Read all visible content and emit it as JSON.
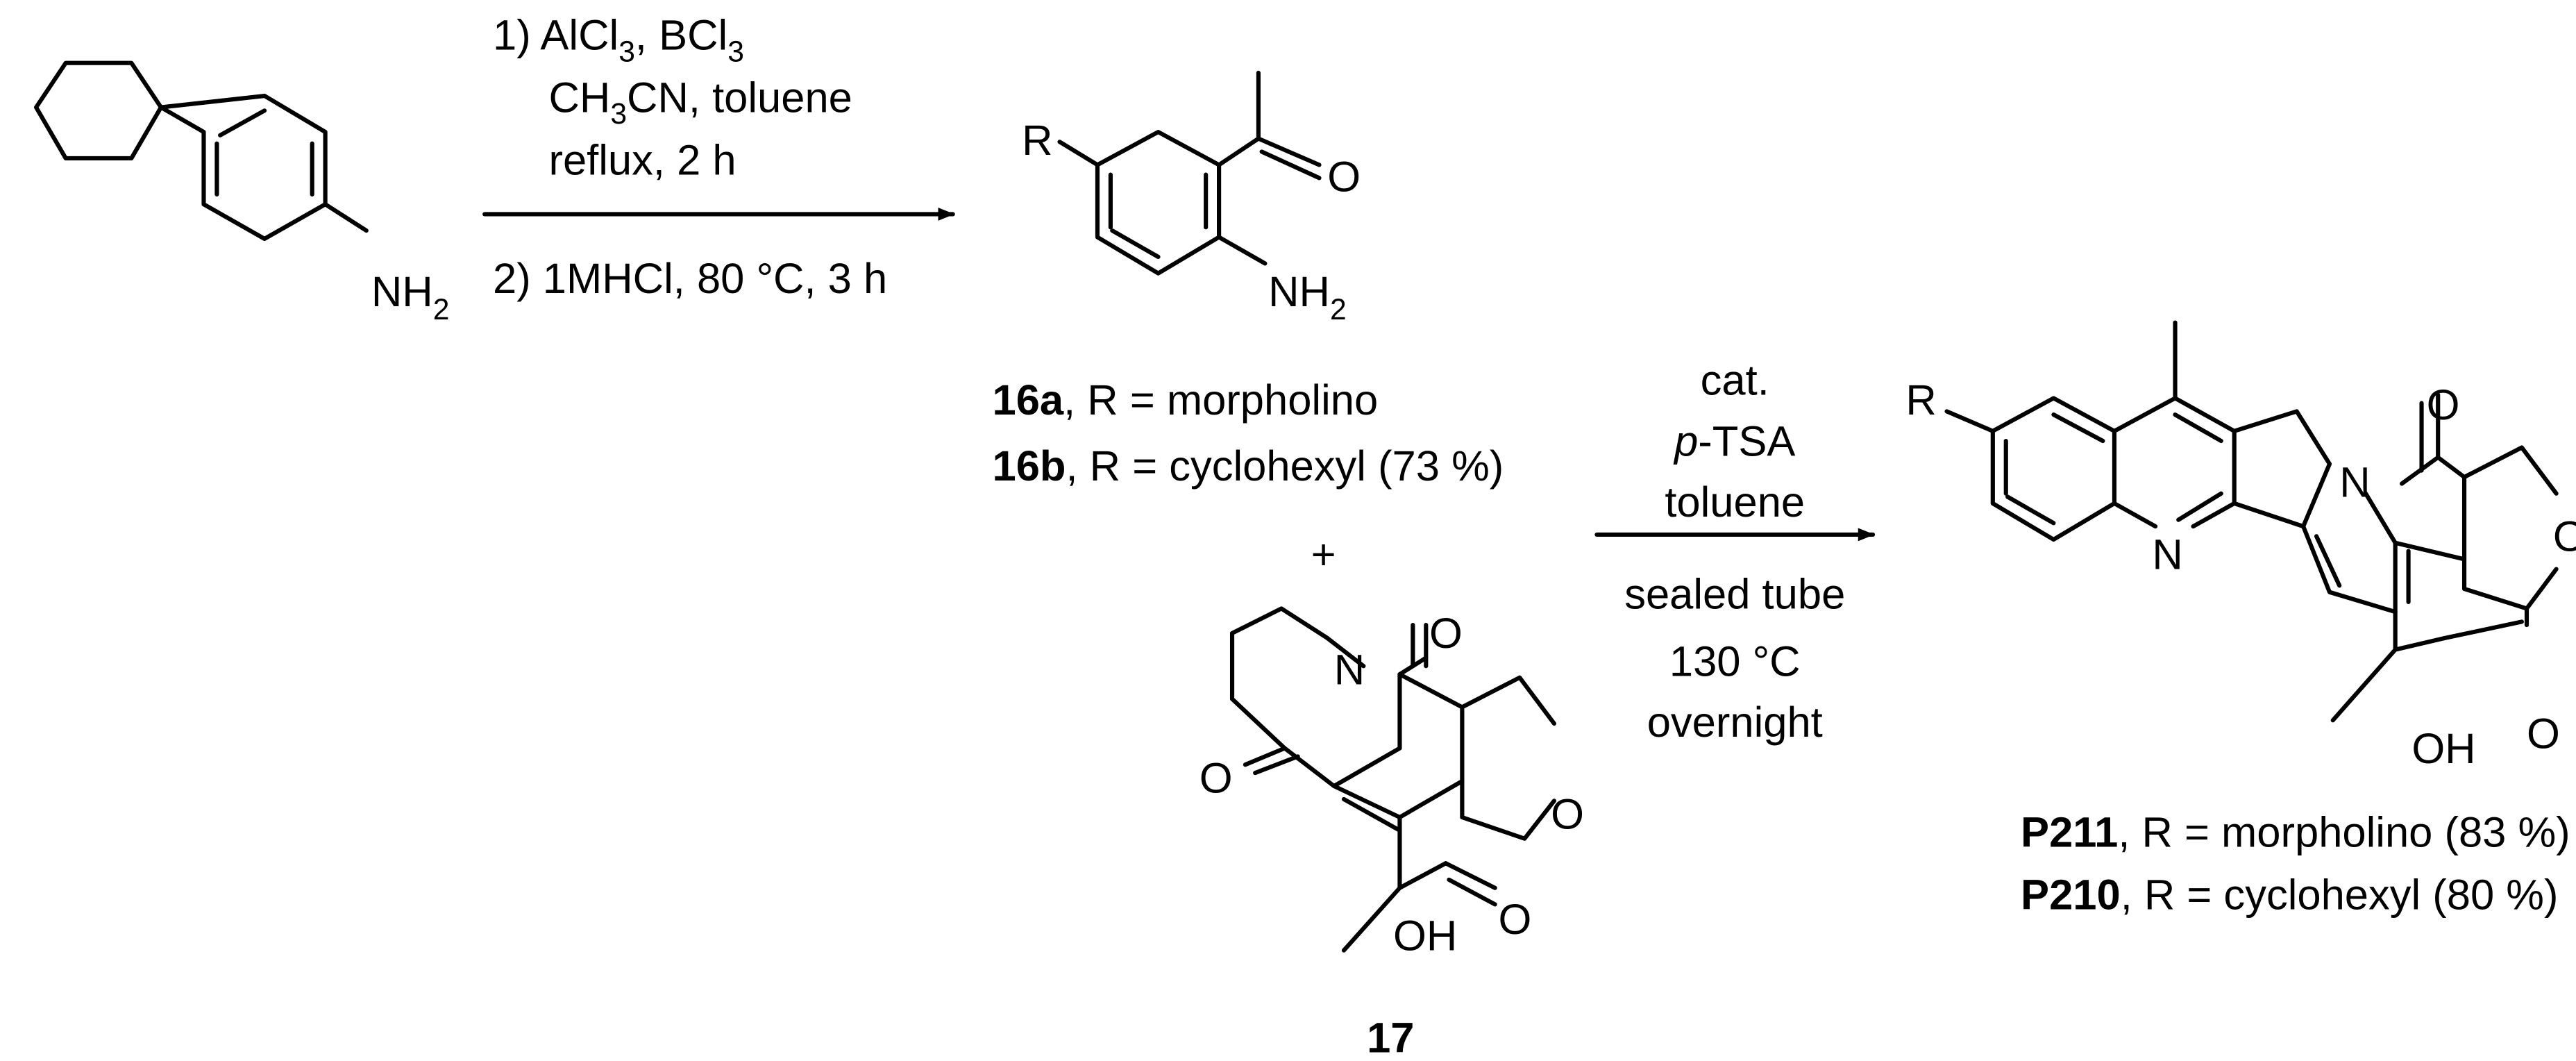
{
  "step1": {
    "line1": "1) AlCl",
    "line1_sub1": "3",
    "line1_mid": ", BCl",
    "line1_sub2": "3",
    "line2_a": "CH",
    "line2_sub": "3",
    "line2_b": "CN, toluene",
    "line3": "reflux, 2 h",
    "line4": "2) 1MHCl, 80 °C, 3 h"
  },
  "step2": {
    "l1": "cat.",
    "l2_italic": "p",
    "l2_rest": "-TSA",
    "l3": "toluene",
    "l4": "sealed tube",
    "l5": "130 °C",
    "l6": "overnight"
  },
  "start": {
    "nh": "NH",
    "nh_sub": "2"
  },
  "ketone": {
    "r": "R",
    "o": "O",
    "nh": "NH",
    "nh_sub": "2"
  },
  "labels16": {
    "a_bold": "16a",
    "a_rest": ", R = morpholino",
    "b_bold": "16b",
    "b_rest": ", R = cyclohexyl (73 %)"
  },
  "plus": "+",
  "c17": {
    "o1": "O",
    "o2": "O",
    "n": "N",
    "o_ring": "O",
    "o_lac": "O",
    "oh": "OH",
    "label": "17"
  },
  "product": {
    "r": "R",
    "n_ring": "N",
    "n_quin": "N",
    "o_carb": "O",
    "o_ring": "O",
    "o_lac": "O",
    "oh": "OH"
  },
  "labelsP": {
    "a_bold": "P211",
    "a_rest": ", R = morpholino (83 %)",
    "b_bold": "P210",
    "b_rest": ", R = cyclohexyl (80 %)"
  }
}
